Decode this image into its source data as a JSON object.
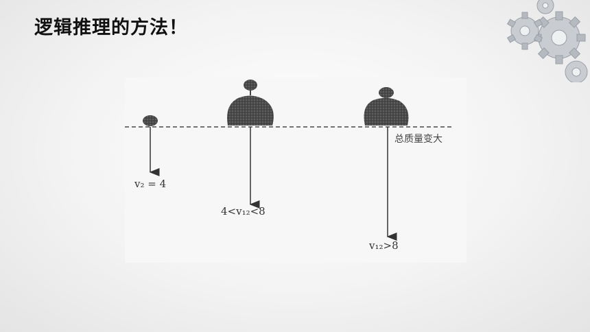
{
  "slide": {
    "title": "逻辑推理的方法！"
  },
  "figure": {
    "label_total_mass": "总质量变大",
    "label_v2": "v₂ = 4",
    "label_v12_range": "4<v₁₂<8",
    "label_v12_gt": "v₁₂>8"
  },
  "decoration": {
    "icon": "gears-icon"
  }
}
